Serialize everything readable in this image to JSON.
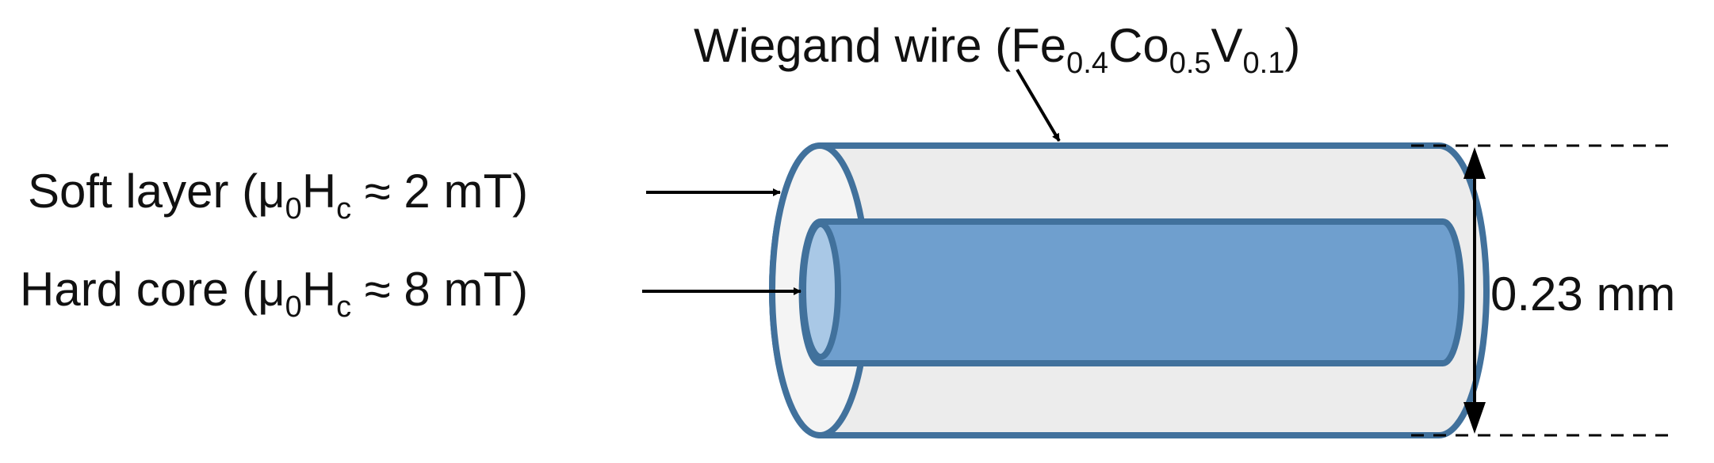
{
  "wire_label": {
    "main": "Wiegand wire (Fe",
    "sub1": "0.4",
    "mid1": "Co",
    "sub2": "0.5",
    "mid2": "V",
    "sub3": "0.1",
    "end": ")"
  },
  "soft_layer_label": {
    "prefix": "Soft layer (μ",
    "sub_a": "0",
    "mid": "H",
    "sub_b": "c",
    "suffix": " ≈ 2 mT)"
  },
  "hard_core_label": {
    "prefix": "Hard core (μ",
    "sub_a": "0",
    "mid": "H",
    "sub_b": "c",
    "suffix": " ≈ 8 mT)"
  },
  "diameter_label": "0.23 mm",
  "colors": {
    "outline": "#41719c",
    "shell_fill": "#ececec",
    "core_fill": "#6f9fce",
    "core_end_fill": "#a9c8e6",
    "arrow": "#000000"
  }
}
